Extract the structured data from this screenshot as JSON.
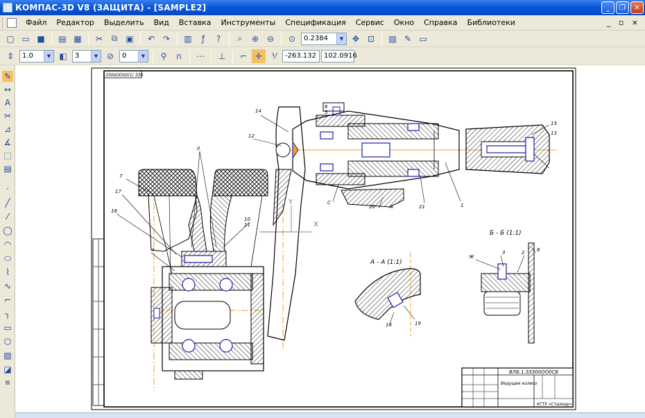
{
  "window": {
    "title": "КОМПАС-3D V8 (ЗАЩИТА) - [SAMPLE2]",
    "buttons": {
      "minimize": "_",
      "restore": "❐",
      "close": "✕"
    }
  },
  "menu": {
    "items": [
      "Файл",
      "Редактор",
      "Выделить",
      "Вид",
      "Вставка",
      "Инструменты",
      "Спецификация",
      "Сервис",
      "Окно",
      "Справка",
      "Библиотеки"
    ],
    "mdi_controls": "_ ▫ ×"
  },
  "toolbar_standard": {
    "zoom_value": "0.2384"
  },
  "toolbar_state": {
    "step_value": "1.0",
    "layer_value": "3",
    "style_value": "0",
    "coord_x": "-263.132",
    "coord_y": "102.0916"
  },
  "drawing": {
    "stamp_top": "ЗЗ00ОО00(1) ЗЗ0",
    "view_a": "А - А (1:1)",
    "view_b": "Б - Б (1:1)",
    "axis_y": "Y",
    "axis_x": "X",
    "title_block_code": "ВЛБ.1.ЗЗЗ00ОО0СБ",
    "title_block_name": "Ведущее колесо",
    "title_block_org": "КГТУ «Сталкер»",
    "labels": [
      "14",
      "12",
      "17",
      "16",
      "7",
      "II",
      "10",
      "11",
      "6",
      "5",
      "15",
      "13",
      "1",
      "21",
      "20",
      "С",
      "А",
      "Ж",
      "18",
      "19",
      "3",
      "2",
      "8",
      "4"
    ],
    "accent_color": "#1a1aaa",
    "axis_color": "#f0a020"
  },
  "colors": {
    "titlebar": "#0a58d8",
    "chrome": "#ece9d8",
    "sheet_line": "#000000"
  }
}
